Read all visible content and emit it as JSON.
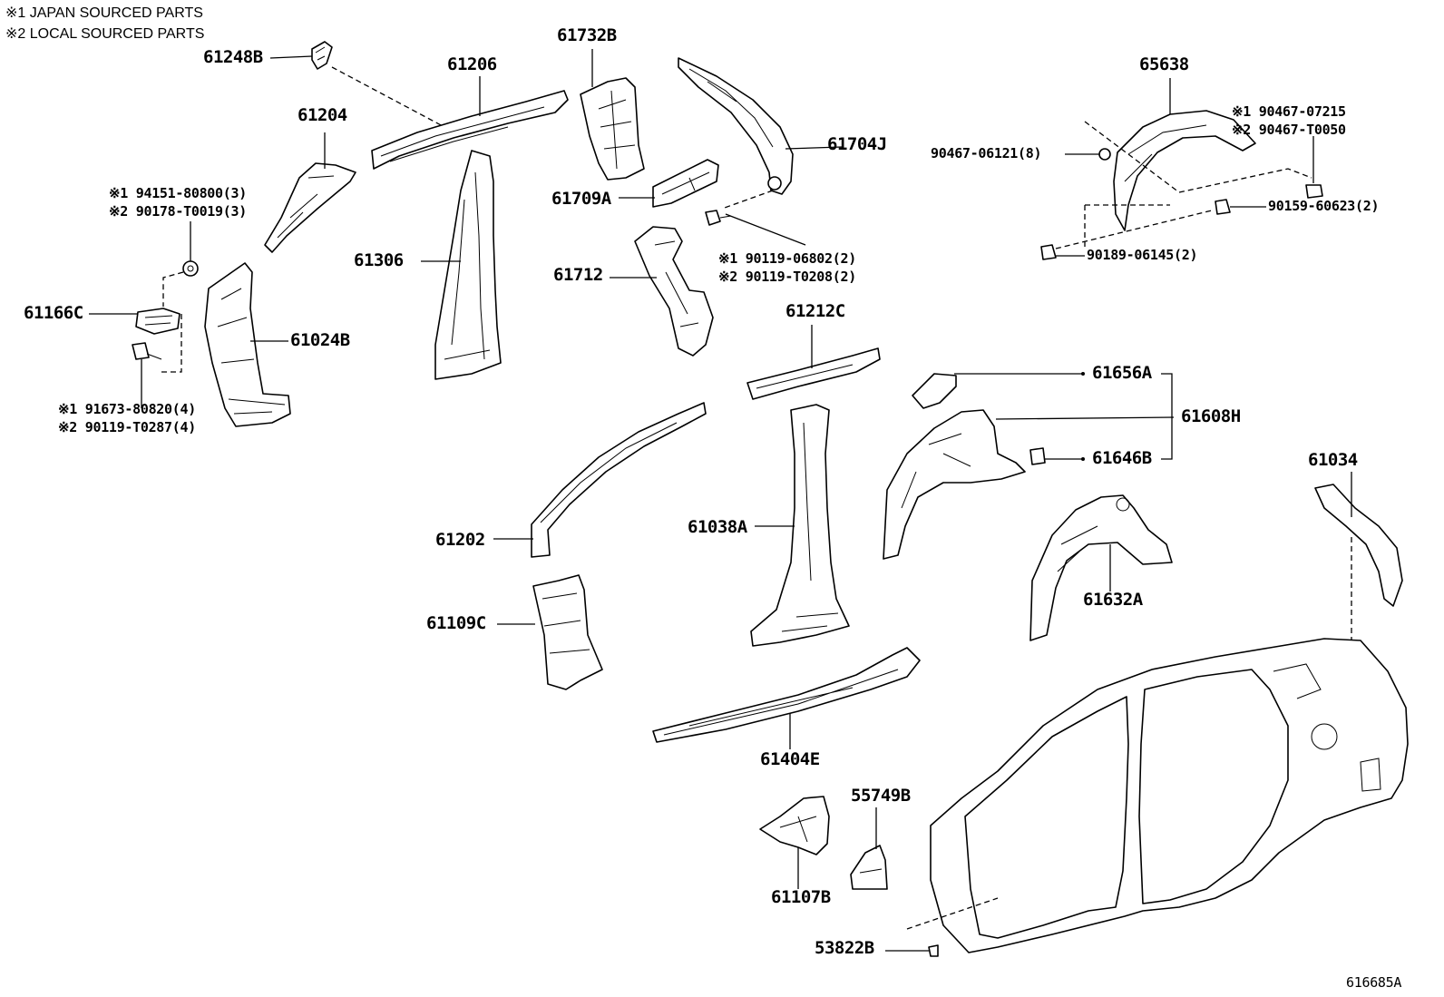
{
  "notes": {
    "japan": "※1 JAPAN SOURCED PARTS",
    "local": "※2 LOCAL SOURCED PARTS"
  },
  "labels": {
    "p61248B": "61248B",
    "p61206": "61206",
    "p61732B": "61732B",
    "p61704J": "61704J",
    "p65638": "65638",
    "p61204": "61204",
    "p61709A": "61709A",
    "p61306": "61306",
    "p61712": "61712",
    "p61166C": "61166C",
    "p61024B": "61024B",
    "p61212C": "61212C",
    "p61656A": "61656A",
    "p61608H": "61608H",
    "p61646B": "61646B",
    "p61034": "61034",
    "p61202": "61202",
    "p61038A": "61038A",
    "p61632A": "61632A",
    "p61109C": "61109C",
    "p61404E": "61404E",
    "p55749B": "55749B",
    "p61107B": "61107B",
    "p53822B": "53822B",
    "p90467_06121": "90467-06121(8)",
    "p90159_60623": "90159-60623(2)",
    "p90189_06145": "90189-06145(2)"
  },
  "fasteners": {
    "a1": "※1 94151-80800(3)",
    "a2": "※2 90178-T0019(3)",
    "b1": "※1 91673-80820(4)",
    "b2": "※2 90119-T0287(4)",
    "c1": "※1 90119-06802(2)",
    "c2": "※2 90119-T0208(2)",
    "d1": "※1 90467-07215",
    "d2": "※2 90467-T0050"
  },
  "diagram_id": "616685A"
}
